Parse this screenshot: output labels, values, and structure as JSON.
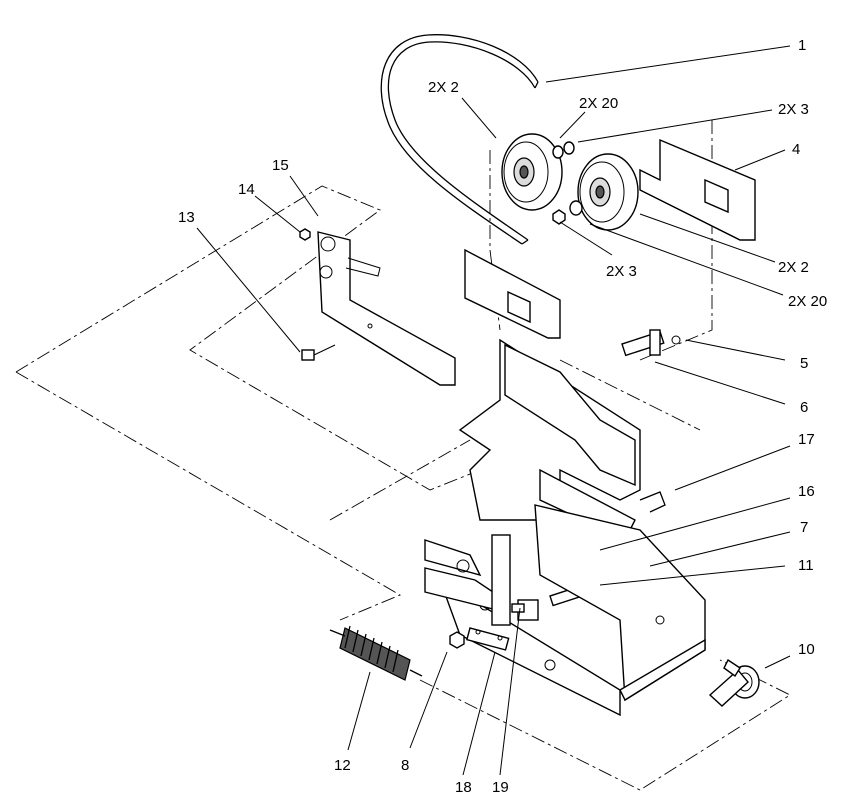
{
  "callouts": {
    "c1": "1",
    "c2x2_top": "2X 2",
    "c2x20_top": "2X 20",
    "c2x3_top": "2X 3",
    "c4": "4",
    "c2x2_right": "2X 2",
    "c2x3_mid": "2X 3",
    "c2x20_right": "2X 20",
    "c15": "15",
    "c14": "14",
    "c13": "13",
    "c5": "5",
    "c6": "6",
    "c17": "17",
    "c16": "16",
    "c7": "7",
    "c11": "11",
    "c10": "10",
    "c12": "12",
    "c8": "8",
    "c18": "18",
    "c19": "19"
  }
}
